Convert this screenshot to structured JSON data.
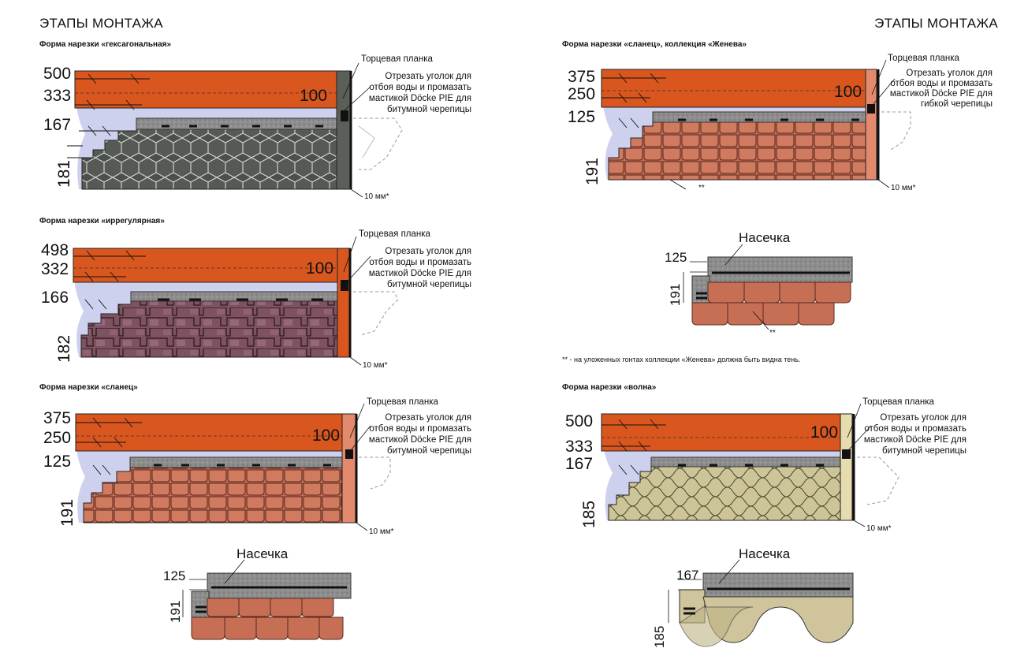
{
  "header": {
    "title_left": "ЭТАПЫ МОНТАЖА",
    "title_right": "ЭТАПЫ МОНТАЖА"
  },
  "common": {
    "end_plank": "Торцевая планка",
    "overhang": "10 мм*",
    "notch": "Насечка",
    "dbl_star": "**",
    "dim_100": "100"
  },
  "sections": {
    "hex": {
      "title": "Форма нарезки «гексагональная»",
      "dims": [
        "500",
        "333",
        "167",
        "181"
      ],
      "note": [
        "Отрезать уголок для",
        "отбоя воды и промазать",
        "мастикой Döcke PIE для",
        "битумной черепицы"
      ]
    },
    "irr": {
      "title": "Форма нарезки «иррегулярная»",
      "dims": [
        "498",
        "332",
        "166",
        "182"
      ],
      "note": [
        "Отрезать уголок для",
        "отбоя воды и промазать",
        "мастикой Döcke PIE для",
        "битумной черепицы"
      ]
    },
    "slate": {
      "title": "Форма нарезки «сланец»",
      "dims": [
        "375",
        "250",
        "125",
        "191"
      ],
      "note": [
        "Отрезать уголок для",
        "отбоя воды и промазать",
        "мастикой Döcke PIE для",
        "битумной черепицы"
      ],
      "notch_dims": [
        "125",
        "191"
      ]
    },
    "geneva": {
      "title": "Форма нарезки «сланец», коллекция «Женева»",
      "dims": [
        "375",
        "250",
        "125",
        "191"
      ],
      "note": [
        "Отрезать уголок для",
        "отбоя воды и промазать",
        "мастикой Döcke PIE для",
        "гибкой черепицы"
      ],
      "notch_dims": [
        "125",
        "191"
      ],
      "footnote": "** - на уложенных гонтах коллекции «Женева» должна быть видна тень."
    },
    "wave": {
      "title": "Форма нарезки «волна»",
      "dims": [
        "500",
        "333",
        "167",
        "185"
      ],
      "note": [
        "Отрезать уголок для",
        "отбоя воды и промазать",
        "мастикой Döcke PIE для",
        "битумной черепицы"
      ],
      "notch_dims": [
        "167",
        "185"
      ]
    }
  },
  "colors": {
    "top_strip": "#d9561f",
    "underlay": "#ccd0ec",
    "dark_tile": "#4a4f4a",
    "red_tile": "#c66f55",
    "irr_tile": "#8a5a68",
    "wave_tile": "#cfc49b",
    "starter": "#8c8c8c"
  }
}
